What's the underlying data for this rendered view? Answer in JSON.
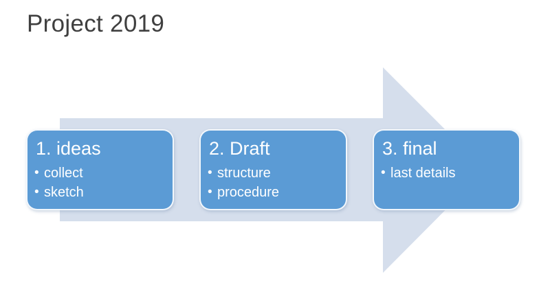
{
  "slide": {
    "title": "Project 2019"
  },
  "diagram": {
    "type": "process-arrow",
    "bullet_glyph": "•",
    "steps": [
      {
        "heading": "1. ideas",
        "bullets": [
          "collect",
          "sketch"
        ]
      },
      {
        "heading": "2. Draft",
        "bullets": [
          "structure",
          "procedure"
        ]
      },
      {
        "heading": "3. final",
        "bullets": [
          "last details"
        ]
      }
    ]
  },
  "colors": {
    "background": "#FFFFFF",
    "title_text": "#3F3F3F",
    "box_fill": "#5B9BD5",
    "box_text": "#FFFFFF",
    "arrow_fill": "#D5DEEC"
  }
}
